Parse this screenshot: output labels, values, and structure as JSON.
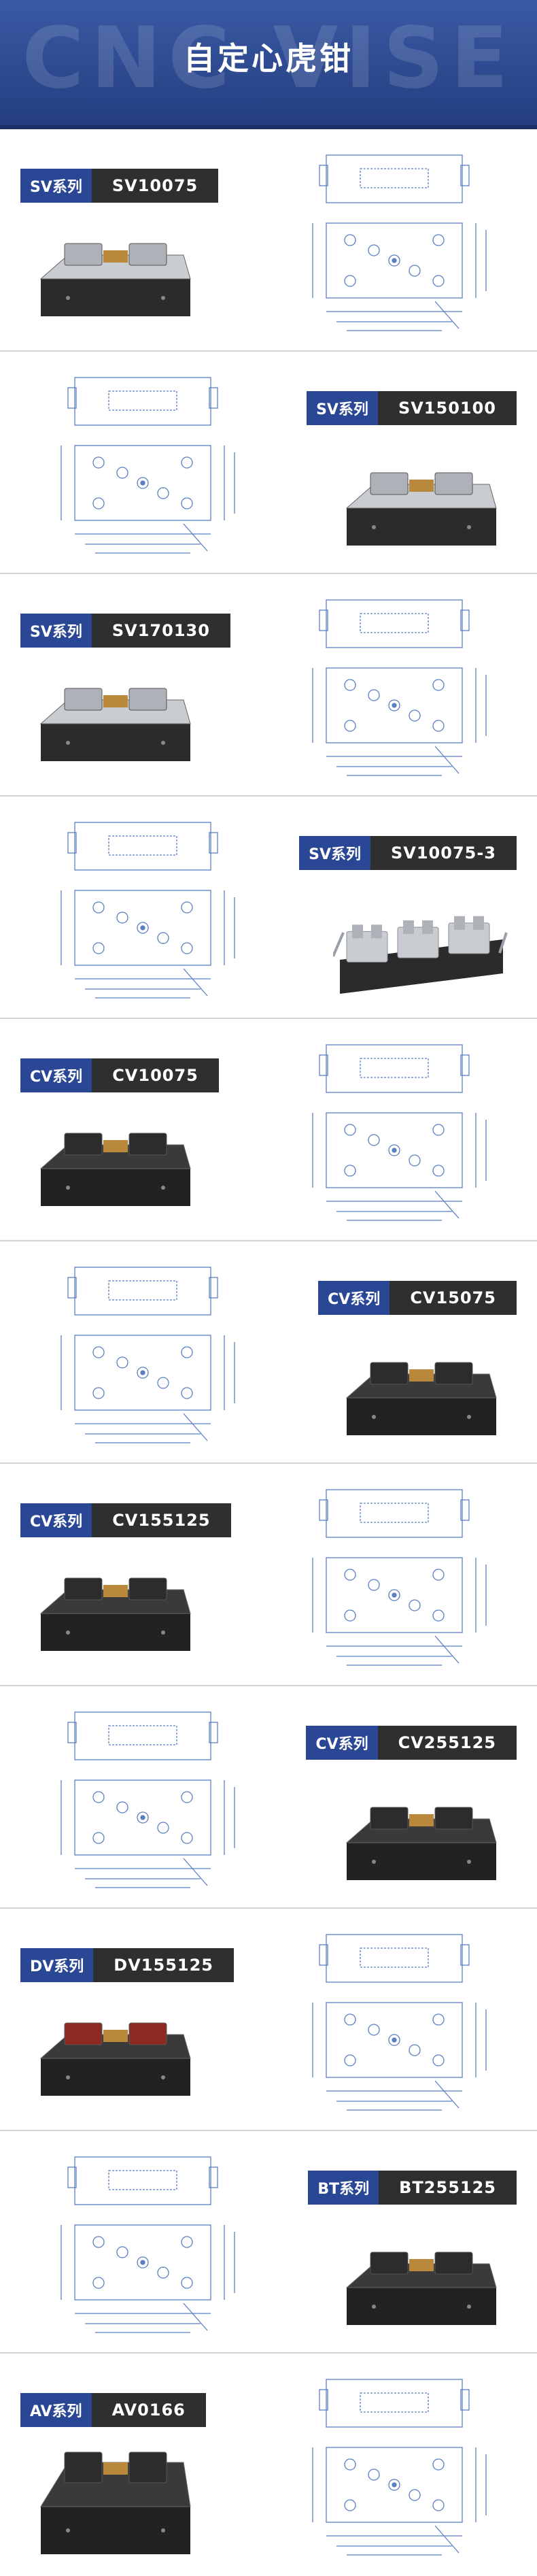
{
  "header": {
    "watermark": "CNC VISE",
    "title": "自定心虎钳"
  },
  "colors": {
    "header_top": "#3a5aa4",
    "header_bottom": "#233d7f",
    "series_tag": "#2a4795",
    "model_tag": "#2f2f2f",
    "drawing_line": "#5b7fc4"
  },
  "sections": [
    {
      "series": "SV系列",
      "model": "SV10075",
      "layout": "label-left",
      "style": "silver"
    },
    {
      "series": "SV系列",
      "model": "SV150100",
      "layout": "label-right",
      "style": "silver"
    },
    {
      "series": "SV系列",
      "model": "SV170130",
      "layout": "label-left",
      "style": "silver"
    },
    {
      "series": "SV系列",
      "model": "SV10075-3",
      "layout": "label-right",
      "style": "silver-triple"
    },
    {
      "series": "CV系列",
      "model": "CV10075",
      "layout": "label-left",
      "style": "black"
    },
    {
      "series": "CV系列",
      "model": "CV15075",
      "layout": "label-right",
      "style": "black"
    },
    {
      "series": "CV系列",
      "model": "CV155125",
      "layout": "label-left",
      "style": "black"
    },
    {
      "series": "CV系列",
      "model": "CV255125",
      "layout": "label-right",
      "style": "black"
    },
    {
      "series": "DV系列",
      "model": "DV155125",
      "layout": "label-left",
      "style": "black-red"
    },
    {
      "series": "BT系列",
      "model": "BT255125",
      "layout": "label-right",
      "style": "black"
    },
    {
      "series": "AV系列",
      "model": "AV0166",
      "layout": "label-left",
      "style": "black-tall"
    }
  ]
}
